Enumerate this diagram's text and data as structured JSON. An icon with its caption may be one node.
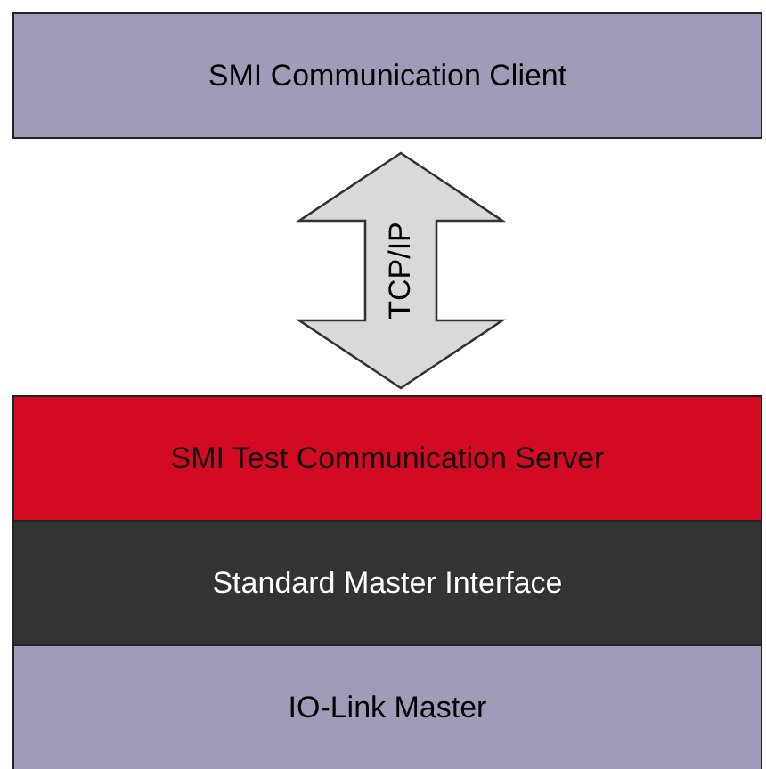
{
  "diagram": {
    "nodes": [
      {
        "text": [
          "SMI Communication Client"
        ]
      },
      {
        "text": [
          "SMI Test Communication Server"
        ]
      },
      {
        "text": [
          "Standard Master Interface"
        ]
      },
      {
        "text": [
          "IO-Link Master"
        ]
      }
    ],
    "edges": [
      {
        "from": 0,
        "to": 1,
        "arrow": "both",
        "label": "TCP/IP"
      }
    ]
  }
}
